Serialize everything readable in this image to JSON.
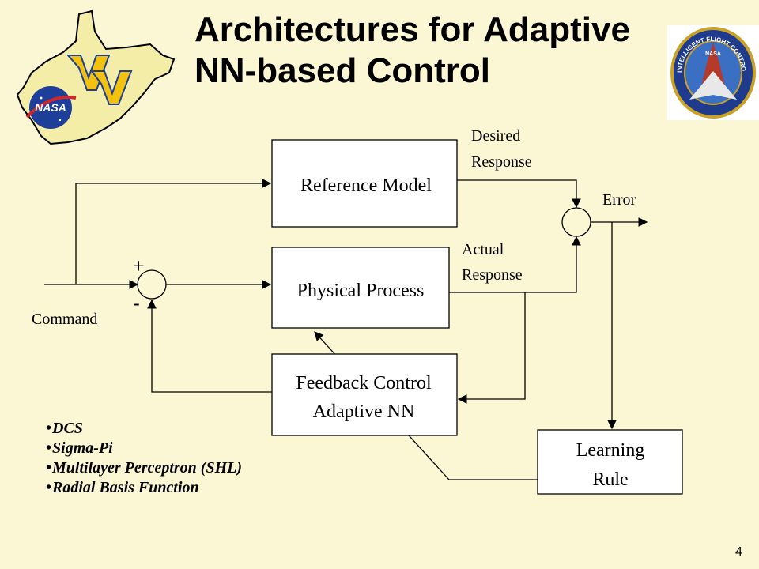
{
  "title": {
    "line1": "Architectures for Adaptive",
    "line2": "NN-based Control"
  },
  "diagram": {
    "blocks": {
      "reference_model": "Reference Model",
      "physical_process": "Physical Process",
      "feedback_control_line1": "Feedback Control",
      "feedback_control_line2": "Adaptive NN",
      "learning_rule_line1": "Learning",
      "learning_rule_line2": "Rule"
    },
    "labels": {
      "desired_line1": "Desired",
      "desired_line2": "Response",
      "actual_line1": "Actual",
      "actual_line2": "Response",
      "error": "Error",
      "command": "Command",
      "plus": "+",
      "minus": "-"
    }
  },
  "bullets": [
    "DCS",
    "Sigma-Pi",
    "Multilayer Perceptron (SHL)",
    "Radial Basis Function"
  ],
  "logos": {
    "left_text": "NASA",
    "ifcs_text": "INTELLIGENT FLIGHT CONTROL SYSTEM",
    "ifcs_center": "NASA"
  },
  "colors": {
    "background": "#fbf7d4",
    "state_fill": "#f3eda8",
    "wv_gold": "#f2c20e",
    "nasa_blue": "#1d3f9a",
    "nasa_red": "#d0262e",
    "ifcs_blue": "#1e3b8e"
  },
  "page_number": "4"
}
